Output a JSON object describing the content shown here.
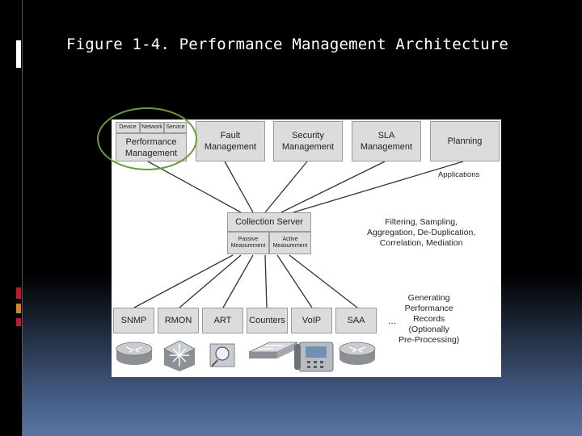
{
  "title": "Figure 1-4. Performance Management Architecture",
  "diagram": {
    "perf_tabs": [
      "Device",
      "Network",
      "Service"
    ],
    "applications": [
      {
        "id": "perf",
        "label": "Performance\nManagement"
      },
      {
        "id": "fault",
        "label": "Fault\nManagement"
      },
      {
        "id": "security",
        "label": "Security\nManagement"
      },
      {
        "id": "sla",
        "label": "SLA\nManagement"
      },
      {
        "id": "planning",
        "label": "Planning"
      }
    ],
    "applications_label": "Applications",
    "collection_server": {
      "label": "Collection Server",
      "passive": "Passive\nMeasurement",
      "active": "Active\nMeasurement"
    },
    "filtering_text": "Filtering, Sampling,\nAggregation, De-Duplication,\nCorrelation, Mediation",
    "sources": [
      "SNMP",
      "RMON",
      "ART",
      "Counters",
      "VoIP",
      "SAA"
    ],
    "ellipsis": "...",
    "generating_text": "Generating\nPerformance\nRecords\n(Optionally\nPre-Processing)",
    "device_icons": [
      "router-icon",
      "switch-icon",
      "probe-icon",
      "lan-switch-icon",
      "ip-phone-icon",
      "router-icon"
    ],
    "colors": {
      "box_fill": "#dcdcdc",
      "highlight_ellipse": "#6a9a3a",
      "accent_red": "#c0182e",
      "accent_orange": "#d4832a"
    }
  }
}
